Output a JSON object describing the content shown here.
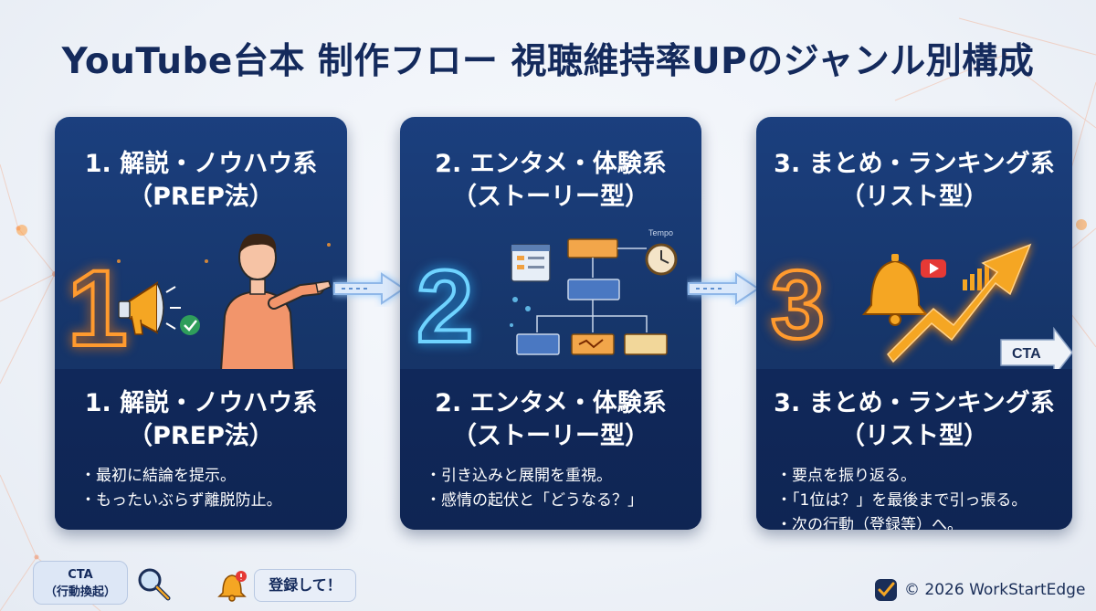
{
  "title": "YouTube台本 制作フロー 視聴維持率UPのジャンル別構成",
  "cards": [
    {
      "number": "1",
      "heading_line1": "1. 解説・ノウハウ系",
      "heading_line2": "（PREP法）",
      "bullets": [
        "最初に結論を提示。",
        "もったいぶらず離脱防止。"
      ]
    },
    {
      "number": "2",
      "heading_line1": "2. エンタメ・体験系",
      "heading_line2": "（ストーリー型）",
      "tempo_label": "Tempo",
      "bullets": [
        "引き込みと展開を重視。",
        "感情の起伏と「どうなる？」"
      ]
    },
    {
      "number": "3",
      "heading_line1": "3. まとめ・ランキング系",
      "heading_line2": "（リスト型）",
      "cta_label": "CTA",
      "bullets": [
        "要点を振り返る。",
        "「1位は？」を最後まで引っ張る。",
        "次の行動（登録等）へ。"
      ]
    }
  ],
  "footer": {
    "cta_badge_line1": "CTA",
    "cta_badge_line2": "（行動換起）",
    "register_button": "登録して！",
    "copyright": "© 2026 WorkStartEdge"
  },
  "icons": {
    "card1": [
      "megaphone-icon",
      "check-badge-icon",
      "pointing-person-icon"
    ],
    "card2": [
      "browser-window-icon",
      "flowchart-icon",
      "clock-icon"
    ],
    "card3": [
      "bell-icon",
      "youtube-play-icon",
      "growth-arrow-icon",
      "cta-arrow-icon"
    ],
    "footer": [
      "search-icon",
      "bell-notification-icon",
      "check-icon"
    ]
  },
  "colors": {
    "title": "#142a5c",
    "card": "#163569",
    "neon_orange": "#ff9a2e",
    "neon_blue": "#6fd3ff"
  }
}
